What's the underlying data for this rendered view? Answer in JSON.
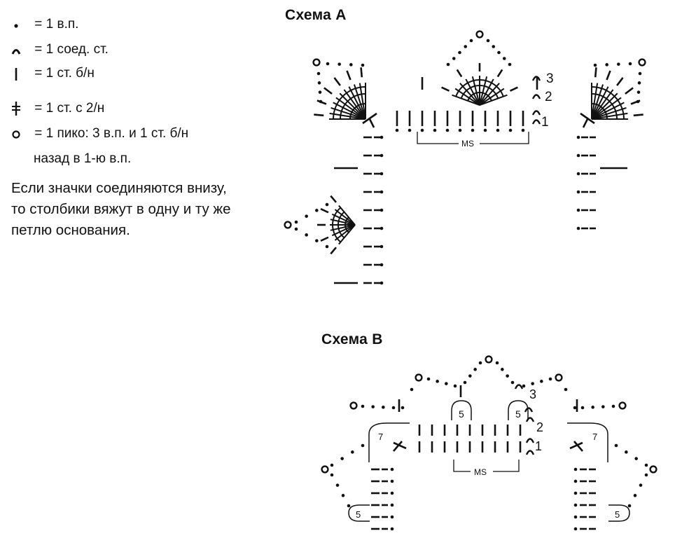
{
  "legend": {
    "items": [
      {
        "symbol": "chain-stitch-dot-icon",
        "label": "= 1 в.п."
      },
      {
        "symbol": "slip-stitch-arc-icon",
        "label": "= 1 соед. ст."
      },
      {
        "symbol": "single-crochet-bar-icon",
        "label": "= 1 ст. б/н"
      },
      {
        "symbol": "treble-crochet-icon",
        "label": "= 1 ст. с 2/н"
      },
      {
        "symbol": "picot-circle-icon",
        "label": "= 1 пико: 3 в.п. и 1 ст. б/н",
        "continuation": "назад в 1-ю в.п."
      }
    ],
    "note_lines": [
      "Если значки соединяются внизу,",
      "то столбики вяжут  в одну и ту же",
      "петлю основания."
    ]
  },
  "schemes": {
    "a": {
      "title": "Схема А",
      "repeat_label": "MS",
      "row_numbers": [
        "3",
        "2",
        "1"
      ]
    },
    "b": {
      "title": "Схема B",
      "repeat_label": "MS",
      "row_numbers": [
        "3",
        "2",
        "1"
      ],
      "group_counts": {
        "top": "5",
        "corner": "7",
        "bottom": "5"
      }
    }
  },
  "colors": {
    "ink": "#111111",
    "background": "#ffffff"
  }
}
